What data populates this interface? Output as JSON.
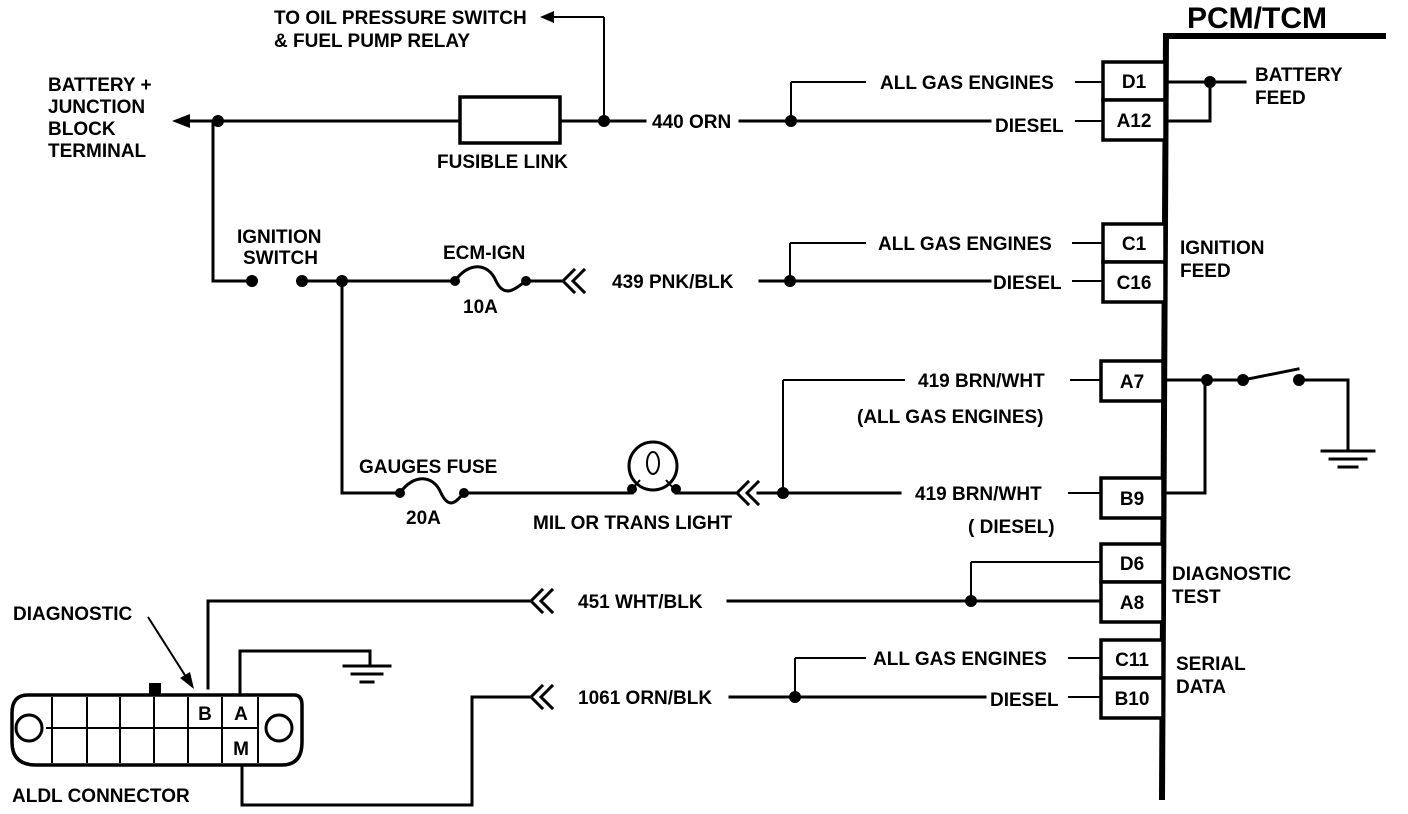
{
  "labels": {
    "pcm_tcm": "PCM/TCM",
    "to_oil_1": "TO OIL PRESSURE SWITCH",
    "to_oil_2": "& FUEL PUMP RELAY",
    "battery_1": "BATTERY +",
    "battery_2": "JUNCTION",
    "battery_3": "BLOCK",
    "battery_4": "TERMINAL",
    "fusible_link": "FUSIBLE LINK",
    "wire_440": "440 ORN",
    "all_gas_1": "ALL GAS ENGINES",
    "diesel_1": "DIESEL",
    "battery_feed_1": "BATTERY",
    "battery_feed_2": "FEED",
    "ignition_switch_1": "IGNITION",
    "ignition_switch_2": "SWITCH",
    "ecm_ign": "ECM-IGN",
    "fuse_10a": "10A",
    "wire_439": "439 PNK/BLK",
    "all_gas_2": "ALL GAS ENGINES",
    "diesel_2": "DIESEL",
    "ignition_feed_1": "IGNITION",
    "ignition_feed_2": "FEED",
    "wire_419_gas": "419 BRN/WHT",
    "all_gas_paren": "(ALL GAS ENGINES)",
    "gauges_fuse": "GAUGES FUSE",
    "fuse_20a": "20A",
    "mil_light": "MIL OR TRANS LIGHT",
    "wire_419_diesel": "419 BRN/WHT",
    "diesel_paren": "( DIESEL)",
    "diagnostic_test_1": "DIAGNOSTIC",
    "diagnostic_test_2": "TEST",
    "diagnostic_ptr": "DIAGNOSTIC",
    "wire_451": "451 WHT/BLK",
    "all_gas_3": "ALL GAS ENGINES",
    "serial_data_1": "SERIAL",
    "serial_data_2": "DATA",
    "wire_1061": "1061 ORN/BLK",
    "diesel_3": "DIESEL",
    "aldl_connector": "ALDL CONNECTOR"
  },
  "pins": {
    "D1": "D1",
    "A12": "A12",
    "C1": "C1",
    "C16": "C16",
    "A7": "A7",
    "B9": "B9",
    "D6": "D6",
    "A8": "A8",
    "C11": "C11",
    "B10": "B10"
  },
  "aldl": {
    "B": "B",
    "A": "A",
    "M": "M"
  }
}
